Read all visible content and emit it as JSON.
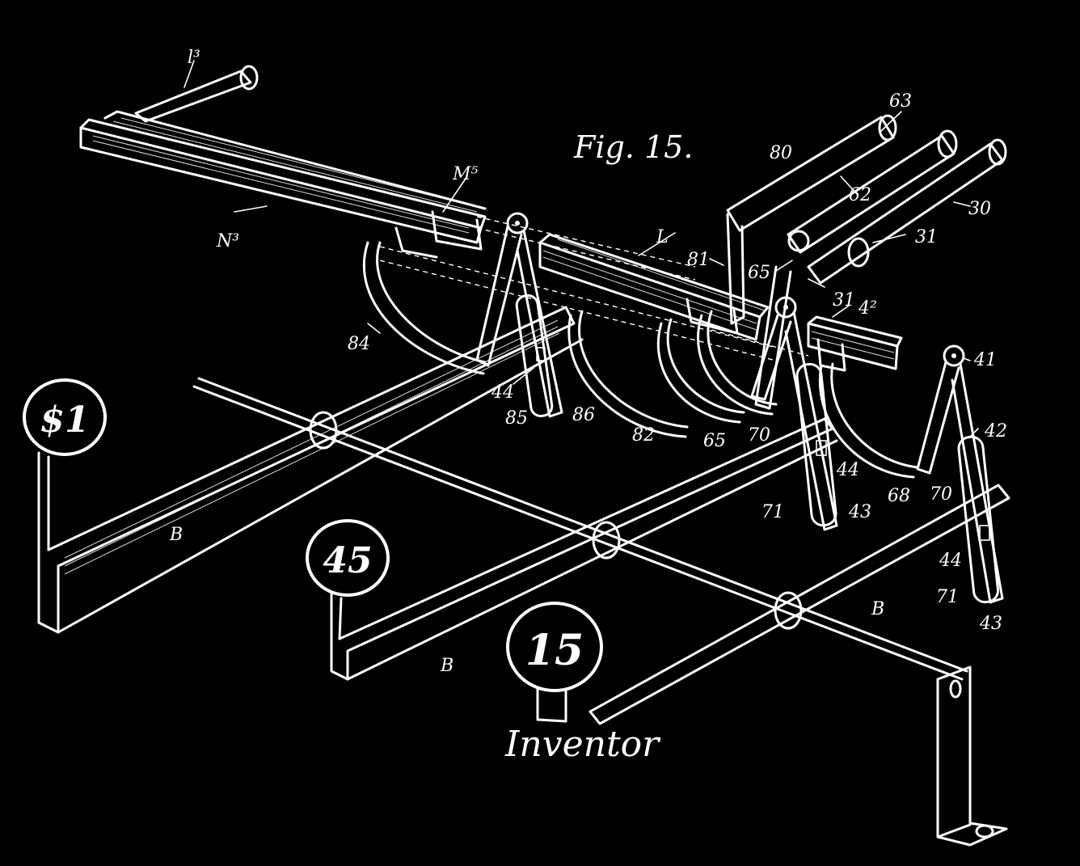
{
  "figure": {
    "title": "Fig. 15.",
    "signature": "Inventor"
  },
  "colors": {
    "background": "#000000",
    "ink": "#ffffff"
  },
  "keys": [
    {
      "label": "$1"
    },
    {
      "label": "45"
    },
    {
      "label": "15"
    }
  ],
  "labels": {
    "l3": "l³",
    "M5": "M⁵",
    "N3": "N³",
    "L": "L",
    "84": "84",
    "44a": "44",
    "85": "85",
    "86": "86",
    "82": "82",
    "65a": "65",
    "70a": "70",
    "80": "80",
    "81": "81",
    "65b": "65",
    "63": "63",
    "62": "62",
    "30": "30",
    "31a": "31",
    "31b": "31",
    "4_2": "4²",
    "41": "41",
    "42": "42",
    "44b": "44",
    "68": "68",
    "70b": "70",
    "71a": "71",
    "43a": "43",
    "44c": "44",
    "71b": "71",
    "43b": "43",
    "B1": "B",
    "B2": "B",
    "B3": "B"
  }
}
